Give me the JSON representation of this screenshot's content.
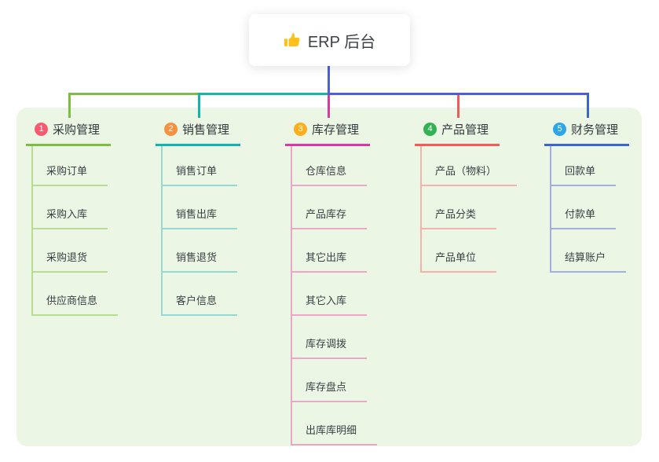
{
  "root": {
    "label": "ERP 后台",
    "icon": "thumbs-up-icon",
    "icon_color": "#FCC21B",
    "card_bg": "#FFFFFF"
  },
  "panel": {
    "bg_color": "#EBF6E4"
  },
  "trunk_color": "#4D5FD9",
  "branches": [
    {
      "num": "1",
      "title": "采购管理",
      "badge_color": "#F85A70",
      "line_color": "#7DBD44",
      "child_line_color": "#B8DC94",
      "children": [
        "采购订单",
        "采购入库",
        "采购退货",
        "供应商信息"
      ]
    },
    {
      "num": "2",
      "title": "销售管理",
      "badge_color": "#F8913F",
      "line_color": "#14B3AB",
      "child_line_color": "#98D8D3",
      "children": [
        "销售订单",
        "销售出库",
        "销售退货",
        "客户信息"
      ]
    },
    {
      "num": "3",
      "title": "库存管理",
      "badge_color": "#FCAF1B",
      "line_color": "#D83BA0",
      "child_line_color": "#EDA6CA",
      "children": [
        "仓库信息",
        "产品库存",
        "其它出库",
        "其它入库",
        "库存调拨",
        "库存盘点",
        "出库库明细"
      ]
    },
    {
      "num": "4",
      "title": "产品管理",
      "badge_color": "#33B254",
      "line_color": "#F15B58",
      "child_line_color": "#F6B0AD",
      "children": [
        "产品（物料）",
        "产品分类",
        "产品单位"
      ]
    },
    {
      "num": "5",
      "title": "财务管理",
      "badge_color": "#2BA6EA",
      "line_color": "#3C63D2",
      "child_line_color": "#9FAFE0",
      "children": [
        "回款单",
        "付款单",
        "结算账户"
      ]
    }
  ]
}
